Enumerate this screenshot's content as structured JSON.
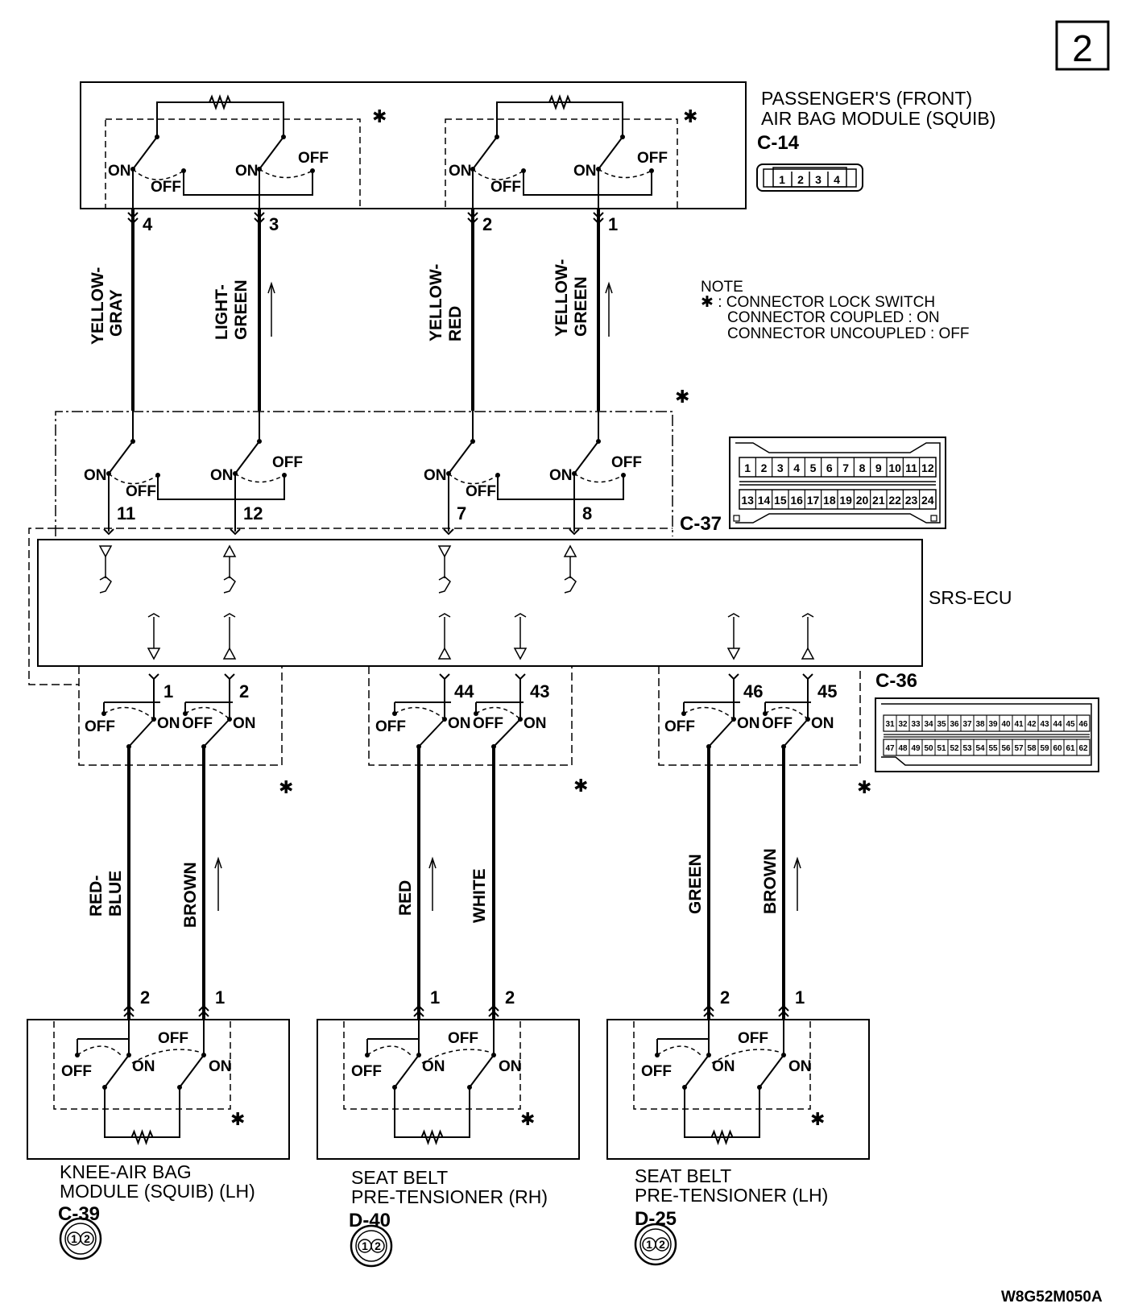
{
  "page_number": "2",
  "diagram_code": "W8G52M050A",
  "note": {
    "title": "NOTE",
    "line1": "✱ : CONNECTOR LOCK SWITCH",
    "line2": "CONNECTOR COUPLED : ON",
    "line3": "CONNECTOR UNCOUPLED : OFF"
  },
  "asterisk": "✱",
  "switch_labels": {
    "on": "ON",
    "off": "OFF"
  },
  "components": {
    "passenger_airbag": {
      "line1": "PASSENGER'S (FRONT)",
      "line2": "AIR BAG MODULE (SQUIB)",
      "connector": "C-14",
      "pins": [
        "1",
        "2",
        "3",
        "4"
      ]
    },
    "srs_ecu": {
      "label": "SRS-ECU",
      "connector_top": "C-37",
      "connector_bottom": "C-36",
      "c37_row1": [
        "1",
        "2",
        "3",
        "4",
        "5",
        "6",
        "7",
        "8",
        "9",
        "10",
        "11",
        "12"
      ],
      "c37_row2": [
        "13",
        "14",
        "15",
        "16",
        "17",
        "18",
        "19",
        "20",
        "21",
        "22",
        "23",
        "24"
      ],
      "c36_row1": [
        "31",
        "32",
        "33",
        "34",
        "35",
        "36",
        "37",
        "38",
        "39",
        "40",
        "41",
        "42",
        "43",
        "44",
        "45",
        "46"
      ],
      "c36_row2": [
        "47",
        "48",
        "49",
        "50",
        "51",
        "52",
        "53",
        "54",
        "55",
        "56",
        "57",
        "58",
        "59",
        "60",
        "61",
        "62"
      ]
    },
    "knee_airbag": {
      "line1": "KNEE-AIR BAG",
      "line2": "MODULE (SQUIB) (LH)",
      "connector": "C-39"
    },
    "pretensioner_rh": {
      "line1": "SEAT BELT",
      "line2": "PRE-TENSIONER (RH)",
      "connector": "D-40"
    },
    "pretensioner_lh": {
      "line1": "SEAT BELT",
      "line2": "PRE-TENSIONER (LH)",
      "connector": "D-25"
    }
  },
  "top_wires": [
    {
      "l1": "YELLOW-",
      "l2": "GRAY",
      "pin_top": "4",
      "pin_ecu": "11"
    },
    {
      "l1": "LIGHT-",
      "l2": "GREEN",
      "pin_top": "3",
      "pin_ecu": "12"
    },
    {
      "l1": "YELLOW-",
      "l2": "RED",
      "pin_top": "2",
      "pin_ecu": "7"
    },
    {
      "l1": "YELLOW-",
      "l2": "GREEN",
      "pin_top": "1",
      "pin_ecu": "8"
    }
  ],
  "bottom_wires": [
    {
      "l1": "RED-",
      "l2": "BLUE",
      "pin_ecu": "1",
      "pin_dev": "2"
    },
    {
      "l1": "BROWN",
      "l2": "",
      "pin_ecu": "2",
      "pin_dev": "1"
    },
    {
      "l1": "RED",
      "l2": "",
      "pin_ecu": "44",
      "pin_dev": "1"
    },
    {
      "l1": "WHITE",
      "l2": "",
      "pin_ecu": "43",
      "pin_dev": "2"
    },
    {
      "l1": "GREEN",
      "l2": "",
      "pin_ecu": "46",
      "pin_dev": "2"
    },
    {
      "l1": "BROWN",
      "l2": "",
      "pin_ecu": "45",
      "pin_dev": "1"
    }
  ],
  "round_connector_pins": [
    "1",
    "2"
  ]
}
